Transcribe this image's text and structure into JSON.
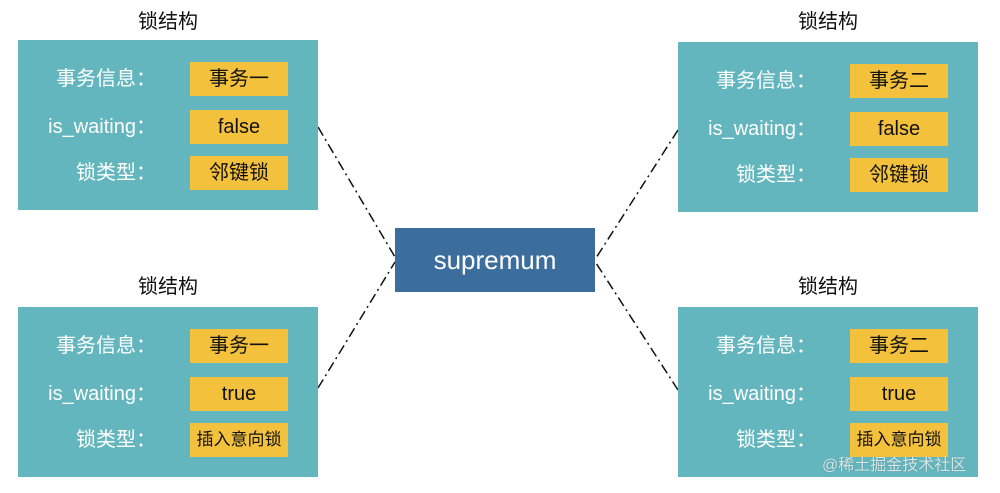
{
  "colors": {
    "lock_box": "#63b6bd",
    "value_box": "#f3c13b",
    "center_box": "#3b6e9c"
  },
  "locks": [
    {
      "title": "锁结构",
      "rows": [
        {
          "label": "事务信息：",
          "value": "事务一"
        },
        {
          "label": "is_waiting：",
          "value": "false"
        },
        {
          "label": "锁类型：",
          "value": "邻键锁"
        }
      ]
    },
    {
      "title": "锁结构",
      "rows": [
        {
          "label": "事务信息：",
          "value": "事务二"
        },
        {
          "label": "is_waiting：",
          "value": "false"
        },
        {
          "label": "锁类型：",
          "value": "邻键锁"
        }
      ]
    },
    {
      "title": "锁结构",
      "rows": [
        {
          "label": "事务信息：",
          "value": "事务一"
        },
        {
          "label": "is_waiting：",
          "value": "true"
        },
        {
          "label": "锁类型：",
          "value": "插入意向锁"
        }
      ]
    },
    {
      "title": "锁结构",
      "rows": [
        {
          "label": "事务信息：",
          "value": "事务二"
        },
        {
          "label": "is_waiting：",
          "value": "true"
        },
        {
          "label": "锁类型：",
          "value": "插入意向锁"
        }
      ]
    }
  ],
  "center": {
    "label": "supremum"
  },
  "watermark": "@稀土掘金技术社区"
}
